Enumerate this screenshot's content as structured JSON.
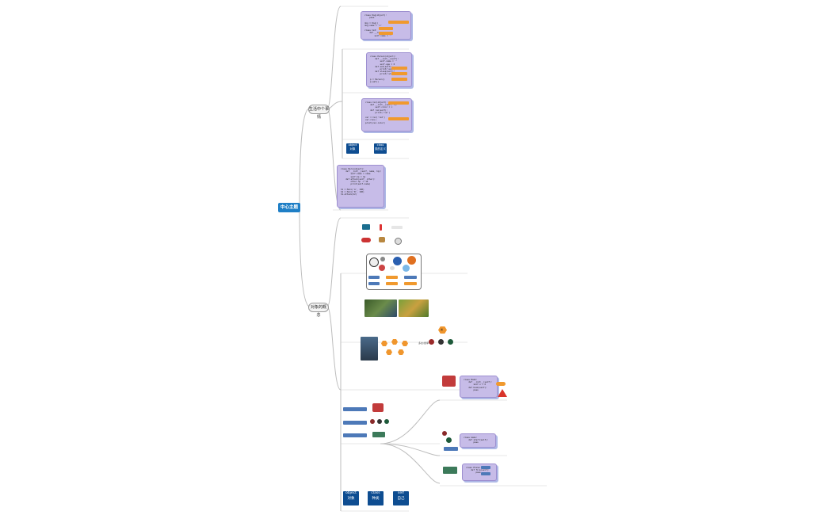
{
  "mindmap": {
    "root": "中心主题",
    "branches": [
      {
        "label": "生活中个事情"
      },
      {
        "label": "对象的概念"
      }
    ],
    "code_snippet_1": "class Dog(object):\n    pass\n\ndog = Dog()\ndog.name = 'x'\n\nclass Cat:\n    def __init__(self):\n        self.name = ''",
    "code_snippet_2": "class Person(object):\n    def __init__(self):\n        self.name = ''\n        self.age = 0\n    def eat(self):\n        print('eat')\n    def sleep(self):\n        print('sleep')\n\np = Person()\np.eat()",
    "code_snippet_3": "class Car(object):\n    def __init__(self, c):\n        self.color = c\n    def run(self):\n        print('run')\n\ncar = Car('red')\ncar.run()\nprint(car.color)",
    "code_snippet_4": "class Hero(object):\n    def __init__(self, name, hp):\n        self.name = name\n        self.hp = hp\n    def attack(self, other):\n        other.hp -= 10\n        print(self.name)\n\nh1 = Hero('A', 100)\nh2 = Hero('B', 100)\nh1.attack(h2)",
    "code_snippet_5": "class Bomb:\n    def __init__(self):\n        self.x = 0\n    def boom(self):\n        pass",
    "code_snippet_6": "class Game:\n    def start(self):\n        pass",
    "code_snippet_7": "class Plane:\n    def fire(self):\n        pass",
    "blue_small_1": "object\n对象",
    "blue_small_2": "class\n类的定义",
    "blue_bottom": [
      {
        "label": "object\n对象"
      },
      {
        "label": "class\n种类"
      },
      {
        "label": "self\n自己"
      }
    ],
    "hex_center": "类",
    "label_mixed": "多态/继承"
  }
}
